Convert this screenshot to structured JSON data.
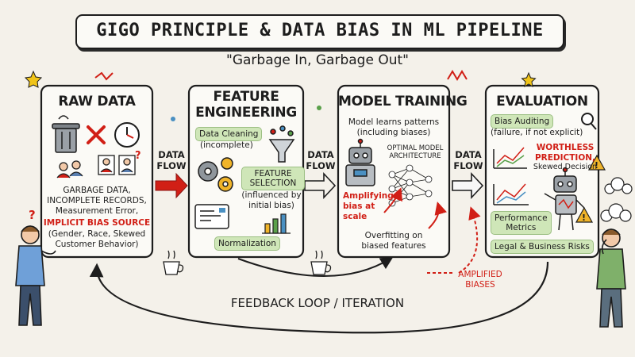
{
  "header": {
    "title": "GIGO PRINCIPLE & DATA BIAS IN ML PIPELINE",
    "subtitle": "\"Garbage In, Garbage Out\""
  },
  "panels": {
    "raw_data": {
      "title": "RAW DATA",
      "lines": [
        "GARBAGE DATA,",
        "INCOMPLETE RECORDS,",
        "Measurement Error,"
      ],
      "bias_source": "IMPLICIT BIAS SOURCE",
      "bias_examples": [
        "(Gender, Race, Skewed",
        "Customer Behavior)"
      ]
    },
    "feature_engineering": {
      "title_line1": "FEATURE",
      "title_line2": "ENGINEERING",
      "data_cleaning": "Data Cleaning",
      "data_cleaning_note": "(incomplete)",
      "feature_selection_line1": "FEATURE",
      "feature_selection_line2": "SELECTION",
      "feature_selection_note1": "(influenced by",
      "feature_selection_note2": "initial bias)",
      "normalization": "Normalization"
    },
    "model_training": {
      "title": "MODEL TRAINING",
      "learns1": "Model learns patterns",
      "learns2": "(including biases)",
      "architecture1": "OPTIMAL MODEL",
      "architecture2": "ARCHITECTURE",
      "amplify1": "Amplifying",
      "amplify2": "bias at",
      "amplify3": "scale",
      "overfit1": "Overfitting on",
      "overfit2": "biased features"
    },
    "evaluation": {
      "title": "EVALUATION",
      "auditing": "Bias Auditing",
      "auditing_note": "(failure, if not explicit)",
      "worthless1": "WORTHLESS",
      "worthless2": "PREDICTION,",
      "skewed": "Skewed Decision",
      "performance1": "Performance",
      "performance2": "Metrics",
      "legal": "Legal & Business Risks"
    }
  },
  "flows": {
    "line1": "DATA",
    "line2": "FLOW"
  },
  "amplified": {
    "line1": "AMPLIFIED",
    "line2": "BIASES"
  },
  "feedback": "FEEDBACK LOOP / ITERATION",
  "colors": {
    "accent_red": "#d11f16",
    "tag_green": "#cfe6b8",
    "ink": "#1d1d1d",
    "paper": "#f4f1ea"
  }
}
